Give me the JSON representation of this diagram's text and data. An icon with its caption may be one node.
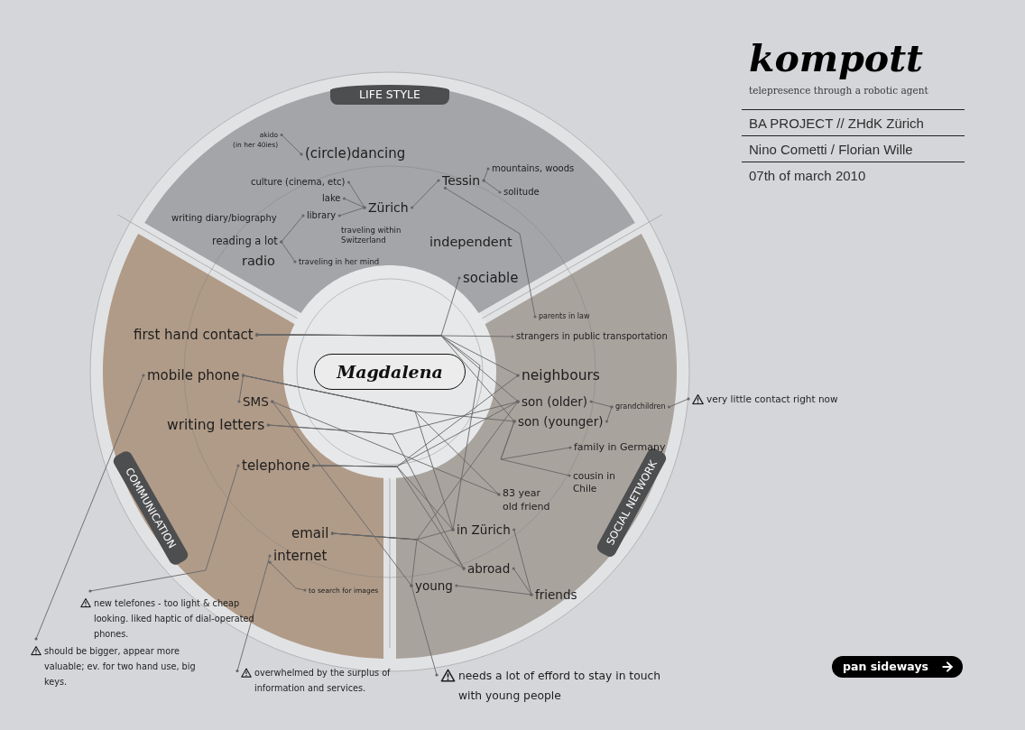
{
  "diagram": {
    "title": "kompott",
    "nodes": [
      {
        "text": [
          "LIFE STYLE"
        ]
      },
      {
        "text": [
          "akido (in her 40ies)"
        ],
        "in": 0
      },
      {
        "text": [
          "(circle)dancing"
        ],
        "in": 0
      },
      {
        "text": [
          "culture (cinema, etc)"
        ],
        "in": 0
      },
      {
        "text": [
          "lake"
        ],
        "in": 0
      },
      {
        "text": [
          "Zürich"
        ],
        "in": 0
      },
      {
        "text": [
          "Tessin"
        ],
        "in": 0
      },
      {
        "text": [
          "mountains, woods"
        ],
        "in": 0
      },
      {
        "text": [
          "solitude"
        ],
        "in": 0
      },
      {
        "text": [
          "writing diary/biography"
        ],
        "in": 0
      },
      {
        "text": [
          "library"
        ],
        "in": 0
      },
      {
        "text": [
          "reading a lot"
        ],
        "in": 0
      },
      {
        "text": [
          "traveling within Switzerland"
        ],
        "in": 0
      },
      {
        "text": [
          "radio"
        ],
        "in": 0
      },
      {
        "text": [
          "traveling in her mind"
        ],
        "in": 0
      },
      {
        "text": [
          "independent"
        ],
        "in": 0
      },
      {
        "text": [
          "sociable"
        ],
        "in": 0
      },
      {
        "text": [
          "COMMUNICATION"
        ]
      },
      {
        "text": [
          "first hand contact"
        ],
        "in": 17
      },
      {
        "text": [
          "mobile phone"
        ],
        "in": 17
      },
      {
        "text": [
          "SMS"
        ],
        "in": 17
      },
      {
        "text": [
          "writing letters"
        ],
        "in": 17
      },
      {
        "text": [
          "telephone"
        ],
        "in": 17
      },
      {
        "text": [
          "email"
        ],
        "in": 17
      },
      {
        "text": [
          "internet"
        ],
        "in": 17
      },
      {
        "text": [
          "to search for images"
        ],
        "in": 17
      },
      {
        "text": [
          "SOCIAL NETWORK"
        ]
      },
      {
        "text": [
          "parents in law"
        ],
        "in": 26
      },
      {
        "text": [
          "strangers in public transportation"
        ],
        "in": 26
      },
      {
        "text": [
          "neighbours"
        ],
        "in": 26
      },
      {
        "text": [
          "son (older)"
        ],
        "in": 26
      },
      {
        "text": [
          "son (younger)"
        ],
        "in": 26
      },
      {
        "text": [
          "grandchildren"
        ],
        "in": 26
      },
      {
        "text": [
          "family in Germany"
        ],
        "in": 26
      },
      {
        "text": [
          "cousin in Chile"
        ],
        "in": 26
      },
      {
        "text": [
          "83 year old friend"
        ],
        "in": 26
      },
      {
        "text": [
          "in Zürich"
        ],
        "in": 26
      },
      {
        "text": [
          "abroad"
        ],
        "in": 26
      },
      {
        "text": [
          "young"
        ],
        "in": 26
      },
      {
        "text": [
          "friends"
        ],
        "in": 26
      },
      {
        "text": [
          "Magdalena"
        ]
      },
      {
        "text": [
          "very little contact right now"
        ]
      },
      {
        "text": [
          "new telefones - too light & cheap looking. liked haptic of dial-operated phones."
        ]
      },
      {
        "text": [
          "should be bigger, appear more valuable; ev. for two hand use, big keys."
        ]
      },
      {
        "text": [
          "overwhelmed by the surplus of information and services."
        ]
      },
      {
        "text": [
          "needs a lot of efford to stay in touch with young people"
        ]
      }
    ],
    "edges": [
      {
        "from": 1,
        "to": 2,
        "arrow": "other"
      },
      {
        "from": 3,
        "to": 5,
        "arrow": "other"
      },
      {
        "from": 4,
        "to": 5,
        "arrow": "other"
      },
      {
        "from": 10,
        "to": 5,
        "arrow": "other"
      },
      {
        "from": 5,
        "to": 6,
        "arrow": "other"
      },
      {
        "from": 6,
        "to": 7,
        "arrow": "other"
      },
      {
        "from": 6,
        "to": 8,
        "arrow": "other"
      },
      {
        "from": 11,
        "to": 10,
        "arrow": "other"
      },
      {
        "from": 11,
        "to": 14,
        "arrow": "other"
      },
      {
        "from": 6,
        "to": 27,
        "arrow": "other"
      },
      {
        "from": 16,
        "to": 18,
        "arrow": "other"
      },
      {
        "from": 18,
        "to": 28,
        "arrow": "other"
      },
      {
        "from": 18,
        "to": 29,
        "arrow": "other"
      },
      {
        "from": 18,
        "to": 30,
        "arrow": "other"
      },
      {
        "from": 18,
        "to": 31,
        "arrow": "other"
      },
      {
        "from": 18,
        "to": 36,
        "arrow": "other"
      },
      {
        "from": 19,
        "to": 20,
        "arrow": "other"
      },
      {
        "from": 19,
        "to": 31,
        "arrow": "other"
      },
      {
        "from": 19,
        "to": 36,
        "arrow": "other"
      },
      {
        "from": 19,
        "to": 35,
        "arrow": "other"
      },
      {
        "from": 20,
        "to": 35,
        "arrow": "other"
      },
      {
        "from": 20,
        "to": 38,
        "arrow": "other"
      },
      {
        "from": 21,
        "to": 30,
        "arrow": "other"
      },
      {
        "from": 21,
        "to": 37,
        "arrow": "other"
      },
      {
        "from": 22,
        "to": 29,
        "arrow": "other"
      },
      {
        "from": 22,
        "to": 30,
        "arrow": "other"
      },
      {
        "from": 22,
        "to": 36,
        "arrow": "other"
      },
      {
        "from": 22,
        "to": 37,
        "arrow": "other"
      },
      {
        "from": 23,
        "to": 30,
        "arrow": "other"
      },
      {
        "from": 23,
        "to": 36,
        "arrow": "other"
      },
      {
        "from": 23,
        "to": 37,
        "arrow": "other"
      },
      {
        "from": 23,
        "to": 38,
        "arrow": "other"
      },
      {
        "from": 24,
        "to": 25,
        "arrow": "other"
      },
      {
        "from": 24,
        "to": 44,
        "arrow": "other"
      },
      {
        "from": 19,
        "to": 43,
        "arrow": "other"
      },
      {
        "from": 22,
        "to": 42,
        "arrow": "other"
      },
      {
        "from": 30,
        "to": 32,
        "arrow": "other"
      },
      {
        "from": 31,
        "to": 32,
        "arrow": "other"
      },
      {
        "from": 32,
        "to": 41,
        "arrow": "other"
      },
      {
        "from": 31,
        "to": 33,
        "arrow": "other"
      },
      {
        "from": 31,
        "to": 34,
        "arrow": "other"
      },
      {
        "from": 36,
        "to": 39,
        "arrow": "other"
      },
      {
        "from": 37,
        "to": 39,
        "arrow": "other"
      },
      {
        "from": 38,
        "to": 39,
        "arrow": "other"
      },
      {
        "from": 38,
        "to": 45,
        "arrow": "other"
      }
    ],
    "labels": [
      "telepresence through a robotic agent",
      "BA PROJECT // ZHdK Zürich",
      "Nino Cometti / Florian Wille",
      "07th of march 2010",
      "pan sideways"
    ]
  }
}
